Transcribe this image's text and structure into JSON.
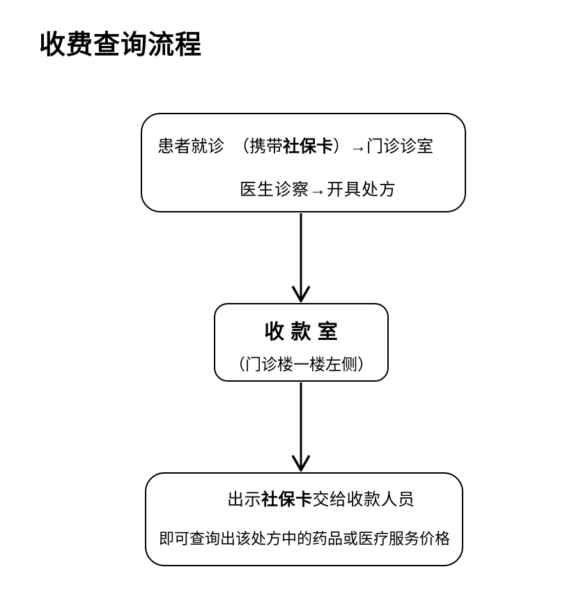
{
  "page": {
    "title": "收费查询流程",
    "background_color": "#ffffff",
    "text_color": "#000000",
    "line_color": "#000000"
  },
  "flowchart": {
    "type": "flowchart",
    "direction": "top-down",
    "box1": {
      "id": "patient-visit",
      "line1_pre": "患者就诊　（携带",
      "line1_bold": "社保卡",
      "line1_post": "）→门诊诊室",
      "line2": "医生诊察→开具处方"
    },
    "box2": {
      "id": "cashier-room",
      "title": "收 款 室",
      "subtitle": "（门诊楼一楼左侧）"
    },
    "box3": {
      "id": "show-card-inquiry",
      "line1_pre": "出示",
      "line1_bold": "社保卡",
      "line1_post": "交给收款人员",
      "line2": "即可查询出该处方中的药品或医疗服务价格"
    },
    "edges": [
      {
        "from": "patient-visit",
        "to": "cashier-room",
        "style": "solid-arrow-down"
      },
      {
        "from": "cashier-room",
        "to": "show-card-inquiry",
        "style": "solid-arrow-down"
      }
    ]
  }
}
